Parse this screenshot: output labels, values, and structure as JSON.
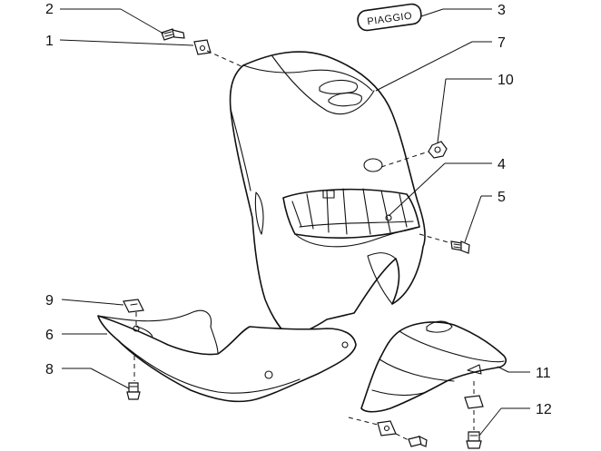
{
  "diagram": {
    "brand_badge": "PIAGGIO",
    "callouts": [
      {
        "id": "c1",
        "label": "1"
      },
      {
        "id": "c2",
        "label": "2"
      },
      {
        "id": "c3",
        "label": "3"
      },
      {
        "id": "c4",
        "label": "4"
      },
      {
        "id": "c5",
        "label": "5"
      },
      {
        "id": "c6",
        "label": "6"
      },
      {
        "id": "c7",
        "label": "7"
      },
      {
        "id": "c8",
        "label": "8"
      },
      {
        "id": "c9",
        "label": "9"
      },
      {
        "id": "c10",
        "label": "10"
      },
      {
        "id": "c11",
        "label": "11"
      },
      {
        "id": "c12",
        "label": "12"
      }
    ]
  }
}
